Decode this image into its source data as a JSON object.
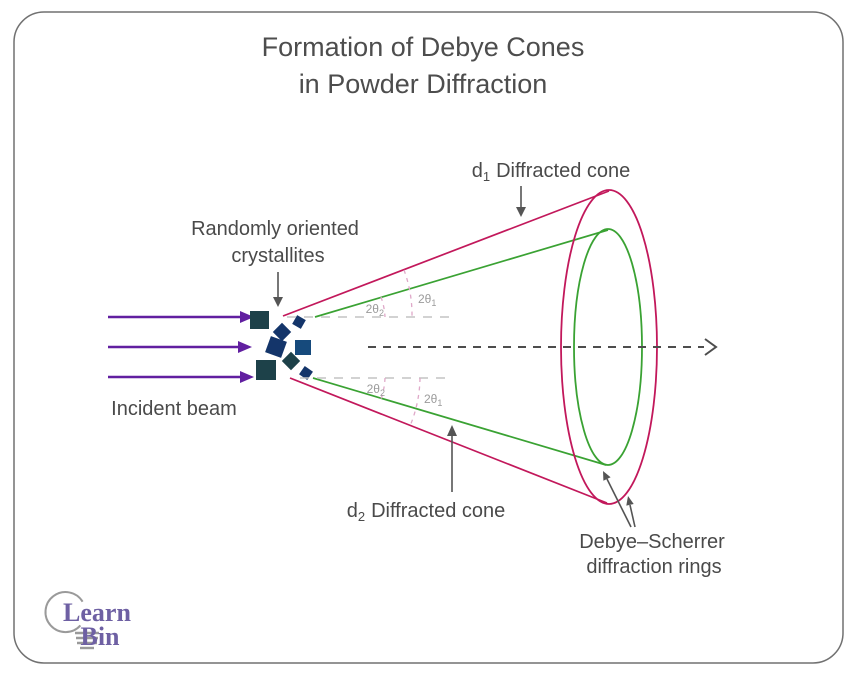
{
  "title": {
    "line1": "Formation of Debye Cones",
    "line2": "in Powder Diffraction"
  },
  "labels": {
    "incident_beam": "Incident beam",
    "crystallites_line1": "Randomly oriented",
    "crystallites_line2": "crystallites",
    "d1_cone": {
      "symbol": "d",
      "sub": "1",
      "text": "Diffracted cone"
    },
    "d2_cone": {
      "symbol": "d",
      "sub": "2",
      "text": "Diffracted cone"
    },
    "rings_line1": "Debye–Scherrer",
    "rings_line2": "diffraction rings",
    "angle_theta1": {
      "main": "2θ",
      "sub": "1"
    },
    "angle_theta2": {
      "main": "2θ",
      "sub": "2"
    }
  },
  "logo": {
    "line1": "Learn",
    "line2": "Bin"
  },
  "colors": {
    "incident_beam": "#611fa0",
    "d1_cone": "#c2185b",
    "d2_cone": "#3aa233",
    "crystallite_teal": "#1d4149",
    "crystallite_navy": "#14356a",
    "crystallite_blue": "#164a7c",
    "logo_purple": "#6e60a3",
    "label_gray": "#4d4d4d",
    "angle_arc_pink": "#dfa8c8"
  }
}
